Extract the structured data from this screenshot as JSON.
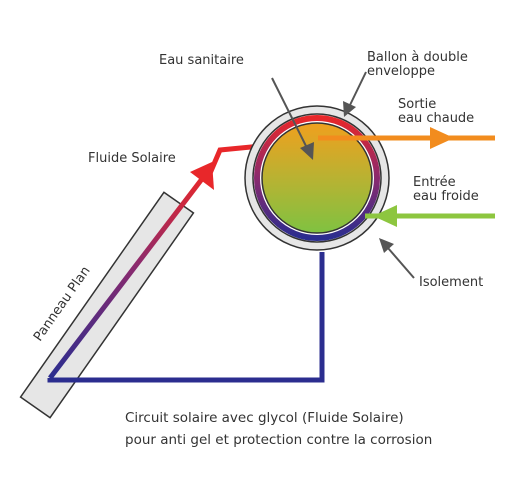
{
  "labels": {
    "eau_sanitaire": "Eau sanitaire",
    "ballon_line1": "Ballon à double",
    "ballon_line2": "enveloppe",
    "sortie_line1": "Sortie",
    "sortie_line2": "eau chaude",
    "fluide_solaire": "Fluide Solaire",
    "entree_line1": "Entrée",
    "entree_line2": "eau froide",
    "isolement": "Isolement",
    "panneau_plan": "Panneau Plan"
  },
  "caption": {
    "line1": "Circuit solaire avec glycol (Fluide Solaire)",
    "line2": "pour anti gel et protection contre la corrosion"
  },
  "colors": {
    "hot": "#e8272a",
    "cold": "#2b2d8f",
    "hot_water": "#f28c1e",
    "cold_water": "#8dc63f",
    "panel_fill": "#e6e6e6",
    "outline": "#333333"
  }
}
